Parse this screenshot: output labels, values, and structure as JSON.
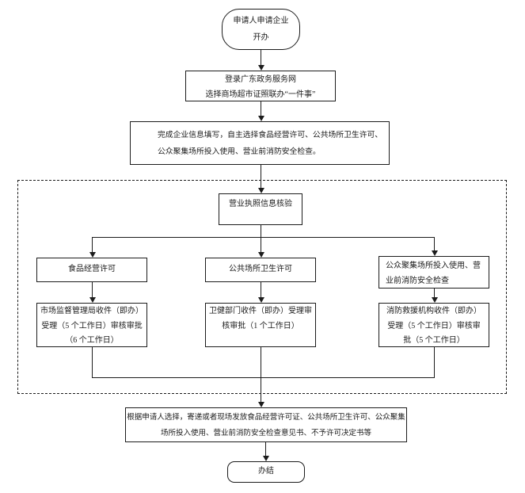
{
  "colors": {
    "border": "#1c1c1c",
    "text": "#1c1c1c",
    "background": "#ffffff"
  },
  "nodes": {
    "start": {
      "lines": [
        "申请人申请企业",
        "开办"
      ]
    },
    "login": {
      "lines": [
        "登录广东政务服务网",
        "选择商场超市证照联办“一件事”"
      ]
    },
    "fill": {
      "lines": [
        "完成企业信息填写，自主选择食品经营许可、公共场所卫生许可、",
        "公众聚集场所投入使用、营业前消防安全检查。"
      ]
    },
    "verify": {
      "label": "营业执照信息核验"
    },
    "branch_food": {
      "label": "食品经营许可"
    },
    "branch_health": {
      "label": "公共场所卫生许可"
    },
    "branch_fire": {
      "lines": [
        "公众聚集场所投入使用、营",
        "业前消防安全检查"
      ]
    },
    "proc_market": {
      "lines": [
        "市场监督管理局收件（即办）",
        "受理（5 个工作日）审核审批",
        "（6 个工作日）"
      ]
    },
    "proc_health": {
      "lines": [
        "卫健部门收件（即办）受理审",
        "核审批（1 个工作日）"
      ]
    },
    "proc_fire": {
      "lines": [
        "消防救援机构收件（即办）",
        "受理（5 个工作日）审核审",
        "批（5 个工作日）"
      ]
    },
    "deliver": {
      "lines": [
        "根据申请人选择，寄递或者现场发放食品经营许可证、公共场所卫生许可、公众聚集",
        "场所投入使用、营业前消防安全检查意见书、不予许可决定书等"
      ]
    },
    "end": {
      "label": "办结"
    }
  },
  "edges": [
    {
      "from": "start",
      "to": "login"
    },
    {
      "from": "login",
      "to": "fill"
    },
    {
      "from": "fill",
      "to": "verify"
    },
    {
      "from": "verify",
      "to": "branch_food"
    },
    {
      "from": "verify",
      "to": "branch_health"
    },
    {
      "from": "verify",
      "to": "branch_fire"
    },
    {
      "from": "branch_food",
      "to": "proc_market"
    },
    {
      "from": "branch_health",
      "to": "proc_health"
    },
    {
      "from": "branch_fire",
      "to": "proc_fire"
    },
    {
      "from": "proc_market",
      "to": "deliver"
    },
    {
      "from": "proc_health",
      "to": "deliver"
    },
    {
      "from": "proc_fire",
      "to": "deliver"
    },
    {
      "from": "deliver",
      "to": "end"
    }
  ],
  "dashed_group": {
    "contains": [
      "verify",
      "branch_food",
      "branch_health",
      "branch_fire",
      "proc_market",
      "proc_health",
      "proc_fire"
    ]
  }
}
